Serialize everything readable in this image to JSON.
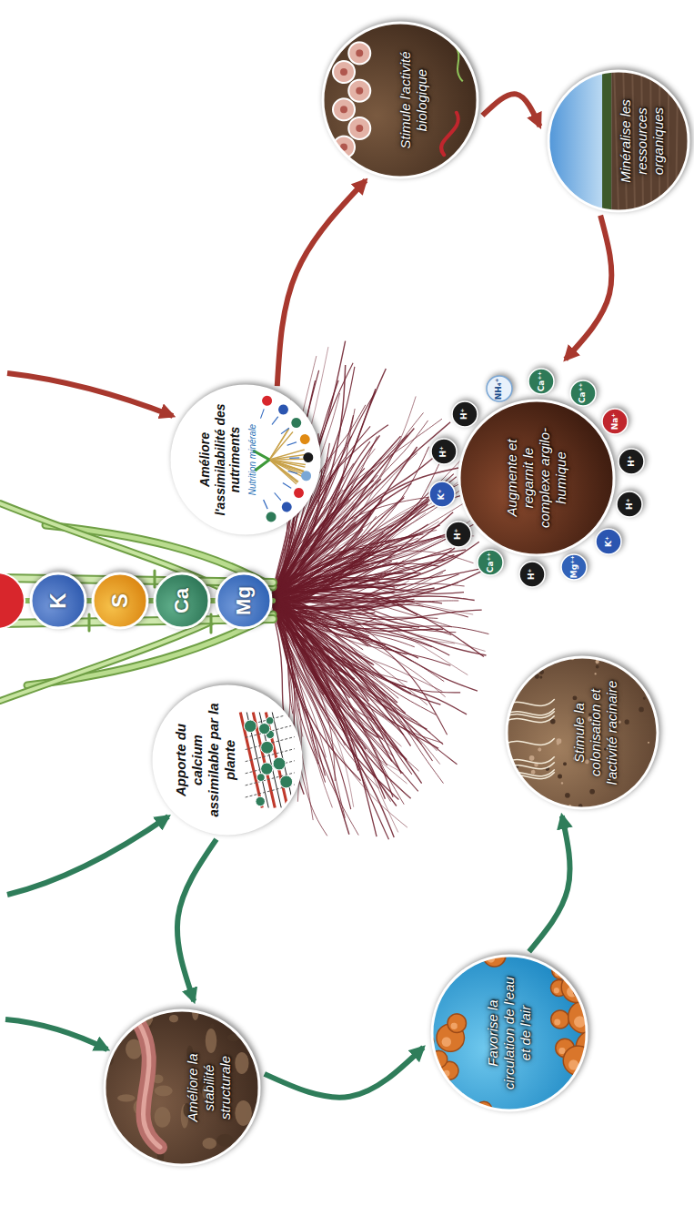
{
  "diagram": {
    "nodes": [
      {
        "text": [
          "K"
        ]
      },
      {
        "text": [
          "S"
        ]
      },
      {
        "text": [
          "Ca"
        ]
      },
      {
        "text": [
          "Mg"
        ]
      },
      {
        "text": [
          "Apporte du calcium assimilable par la plante"
        ]
      },
      {
        "text": [
          "Améliore la stabilité structurale"
        ]
      },
      {
        "text": [
          "Favorise la circulation de l'eau et de l'air"
        ]
      },
      {
        "text": [
          "Stimule la colonisation et l'activité racinaire"
        ]
      },
      {
        "text": [
          "Améliore l'assimilabilité des nutriments",
          "Nutrition minérale"
        ]
      },
      {
        "text": [
          "Stimule l'activité biologique"
        ]
      },
      {
        "text": [
          "Minéralise les ressources organiques"
        ]
      },
      {
        "text": [
          "Augmente et regarnit le complexe argilo-humique"
        ]
      },
      {
        "text": [
          "K⁺"
        ]
      },
      {
        "text": [
          "H⁺"
        ]
      },
      {
        "text": [
          "H⁺"
        ]
      },
      {
        "text": [
          "NH₄⁺"
        ]
      },
      {
        "text": [
          "Ca⁺⁺"
        ]
      },
      {
        "text": [
          "Ca⁺⁺"
        ]
      },
      {
        "text": [
          "Na⁺"
        ]
      },
      {
        "text": [
          "H⁺"
        ]
      },
      {
        "text": [
          "H⁺"
        ]
      },
      {
        "text": [
          "K⁺"
        ]
      },
      {
        "text": [
          "Mg⁺⁺"
        ]
      },
      {
        "text": [
          "H⁺"
        ]
      },
      {
        "text": [
          "Ca⁺⁺"
        ]
      },
      {
        "text": [
          "H⁺"
        ]
      }
    ],
    "edges": [
      {
        "from": 4,
        "to": 5,
        "arrow": "to"
      },
      {
        "from": 5,
        "to": 6,
        "arrow": "to"
      },
      {
        "from": 6,
        "to": 7,
        "arrow": "to"
      },
      {
        "from": 8,
        "to": 9,
        "arrow": "to"
      },
      {
        "from": 9,
        "to": 10,
        "arrow": "to"
      },
      {
        "from": 10,
        "to": 11,
        "arrow": "to"
      }
    ]
  }
}
